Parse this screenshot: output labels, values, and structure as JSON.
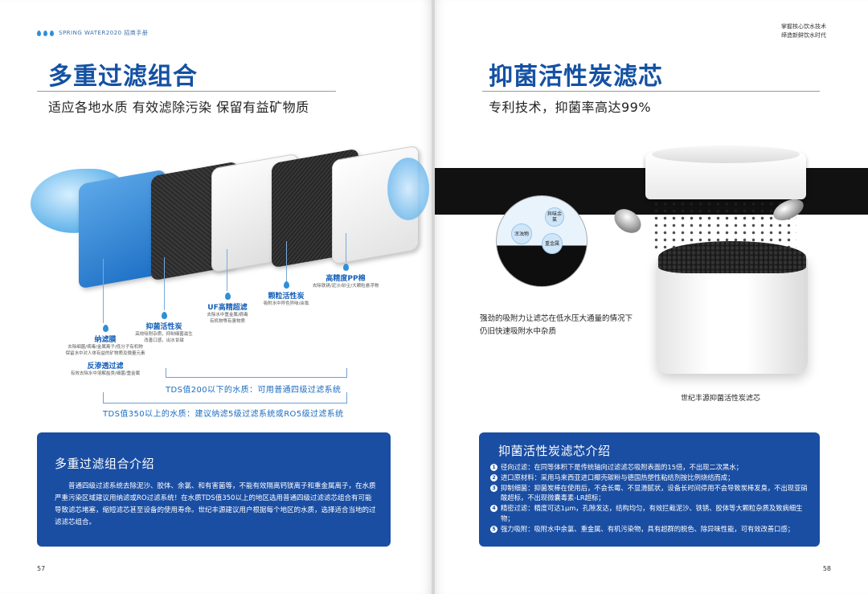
{
  "left_page": {
    "header": "SPRING WATER2020 招商手册",
    "title": "多重过滤组合",
    "subtitle": "适应各地水质 有效滤除污染 保留有益矿物质",
    "layers": [
      {
        "name": "纳滤膜",
        "desc": "去除细菌/病毒/金属离子/低分子有机物\n保留水中对人体有益的矿物质及微量元素"
      },
      {
        "name": "反渗透过滤",
        "desc": "有效去除水中溶解盐类/细菌/重金属"
      },
      {
        "name": "抑菌活性炭",
        "desc": "高效吸附杂质，抑制细菌滋生\n改善口感，出水甘甜"
      },
      {
        "name": "UF高精超滤",
        "desc": "去除水中重金属/病毒\n有机物等有害物质"
      },
      {
        "name": "颗粒活性炭",
        "desc": "吸附水中异色异味/余氯"
      },
      {
        "name": "高精度PP棉",
        "desc": "去除铁锈/泥沙/砂尘/大颗粒悬浮物"
      }
    ],
    "tds_200": "TDS值200以下的水质：可用普通四级过滤系统",
    "tds_350": "TDS值350以上的水质：建议纳滤5级过滤系统或RO5级过滤系统",
    "panel_title": "多重过滤组合介绍",
    "panel_body": "普通四级过滤系统去除泥沙、胶体、余氯、和有害菌等，不能有效隔离钙镁离子和重金属离子，在水质严重污染区域建议用纳滤或RO过滤系统！在水质TDS值350以上的地区选用普通四级过滤滤芯组合有可能导致滤芯堵塞，缩短滤芯甚至设备的使用寿命。世纪丰源建议用户根据每个地区的水质，选择适合当地的过滤滤芯组合。",
    "page_number": "57"
  },
  "right_page": {
    "header_line1": "掌握核心饮水技术",
    "header_line2": "缔造新鲜饮水时代",
    "title": "抑菌活性炭滤芯",
    "subtitle": "专利技术，抑菌率高达99%",
    "bubbles": [
      "异味余氯",
      "浑浊物",
      "重金属"
    ],
    "circle_caption": "强劲的吸附力让滤芯在低水压大通量的情况下仍旧快速吸附水中杂质",
    "product_caption": "世纪丰源抑菌活性炭滤芯",
    "panel_title": "抑菌活性炭滤芯介绍",
    "panel_items": [
      {
        "num": "1",
        "text": "径向过滤：在同等体积下是传统轴向过滤滤芯吸附表面的15倍，不出现二次黑水；"
      },
      {
        "num": "2",
        "text": "进口原材料：采用马来西亚进口椰壳碳粉与德国热塑性粘结剂按比例烧结而成；"
      },
      {
        "num": "3",
        "text": "抑制细菌：抑菌炭棒在使用后，不会长霉、不显滑腻状，设备长时间停用不会导致炭棒发臭，不出现亚硝酸超标，不出现微囊毒素-LR超标；"
      },
      {
        "num": "4",
        "text": "精密过滤：精度可达1μm，孔隙发达，结构均匀，有效拦截泥沙、铁锈、胶体等大颗粒杂质及致病细生物；"
      },
      {
        "num": "5",
        "text": "强力吸附：吸附水中余氯、重金属、有机污染物，具有超群的脱色、除异味性能，可有效改善口感；"
      }
    ],
    "page_number": "58"
  },
  "colors": {
    "brand_blue": "#1451a3",
    "panel_blue": "#1a4ea3",
    "accent": "#2f8fd8"
  }
}
